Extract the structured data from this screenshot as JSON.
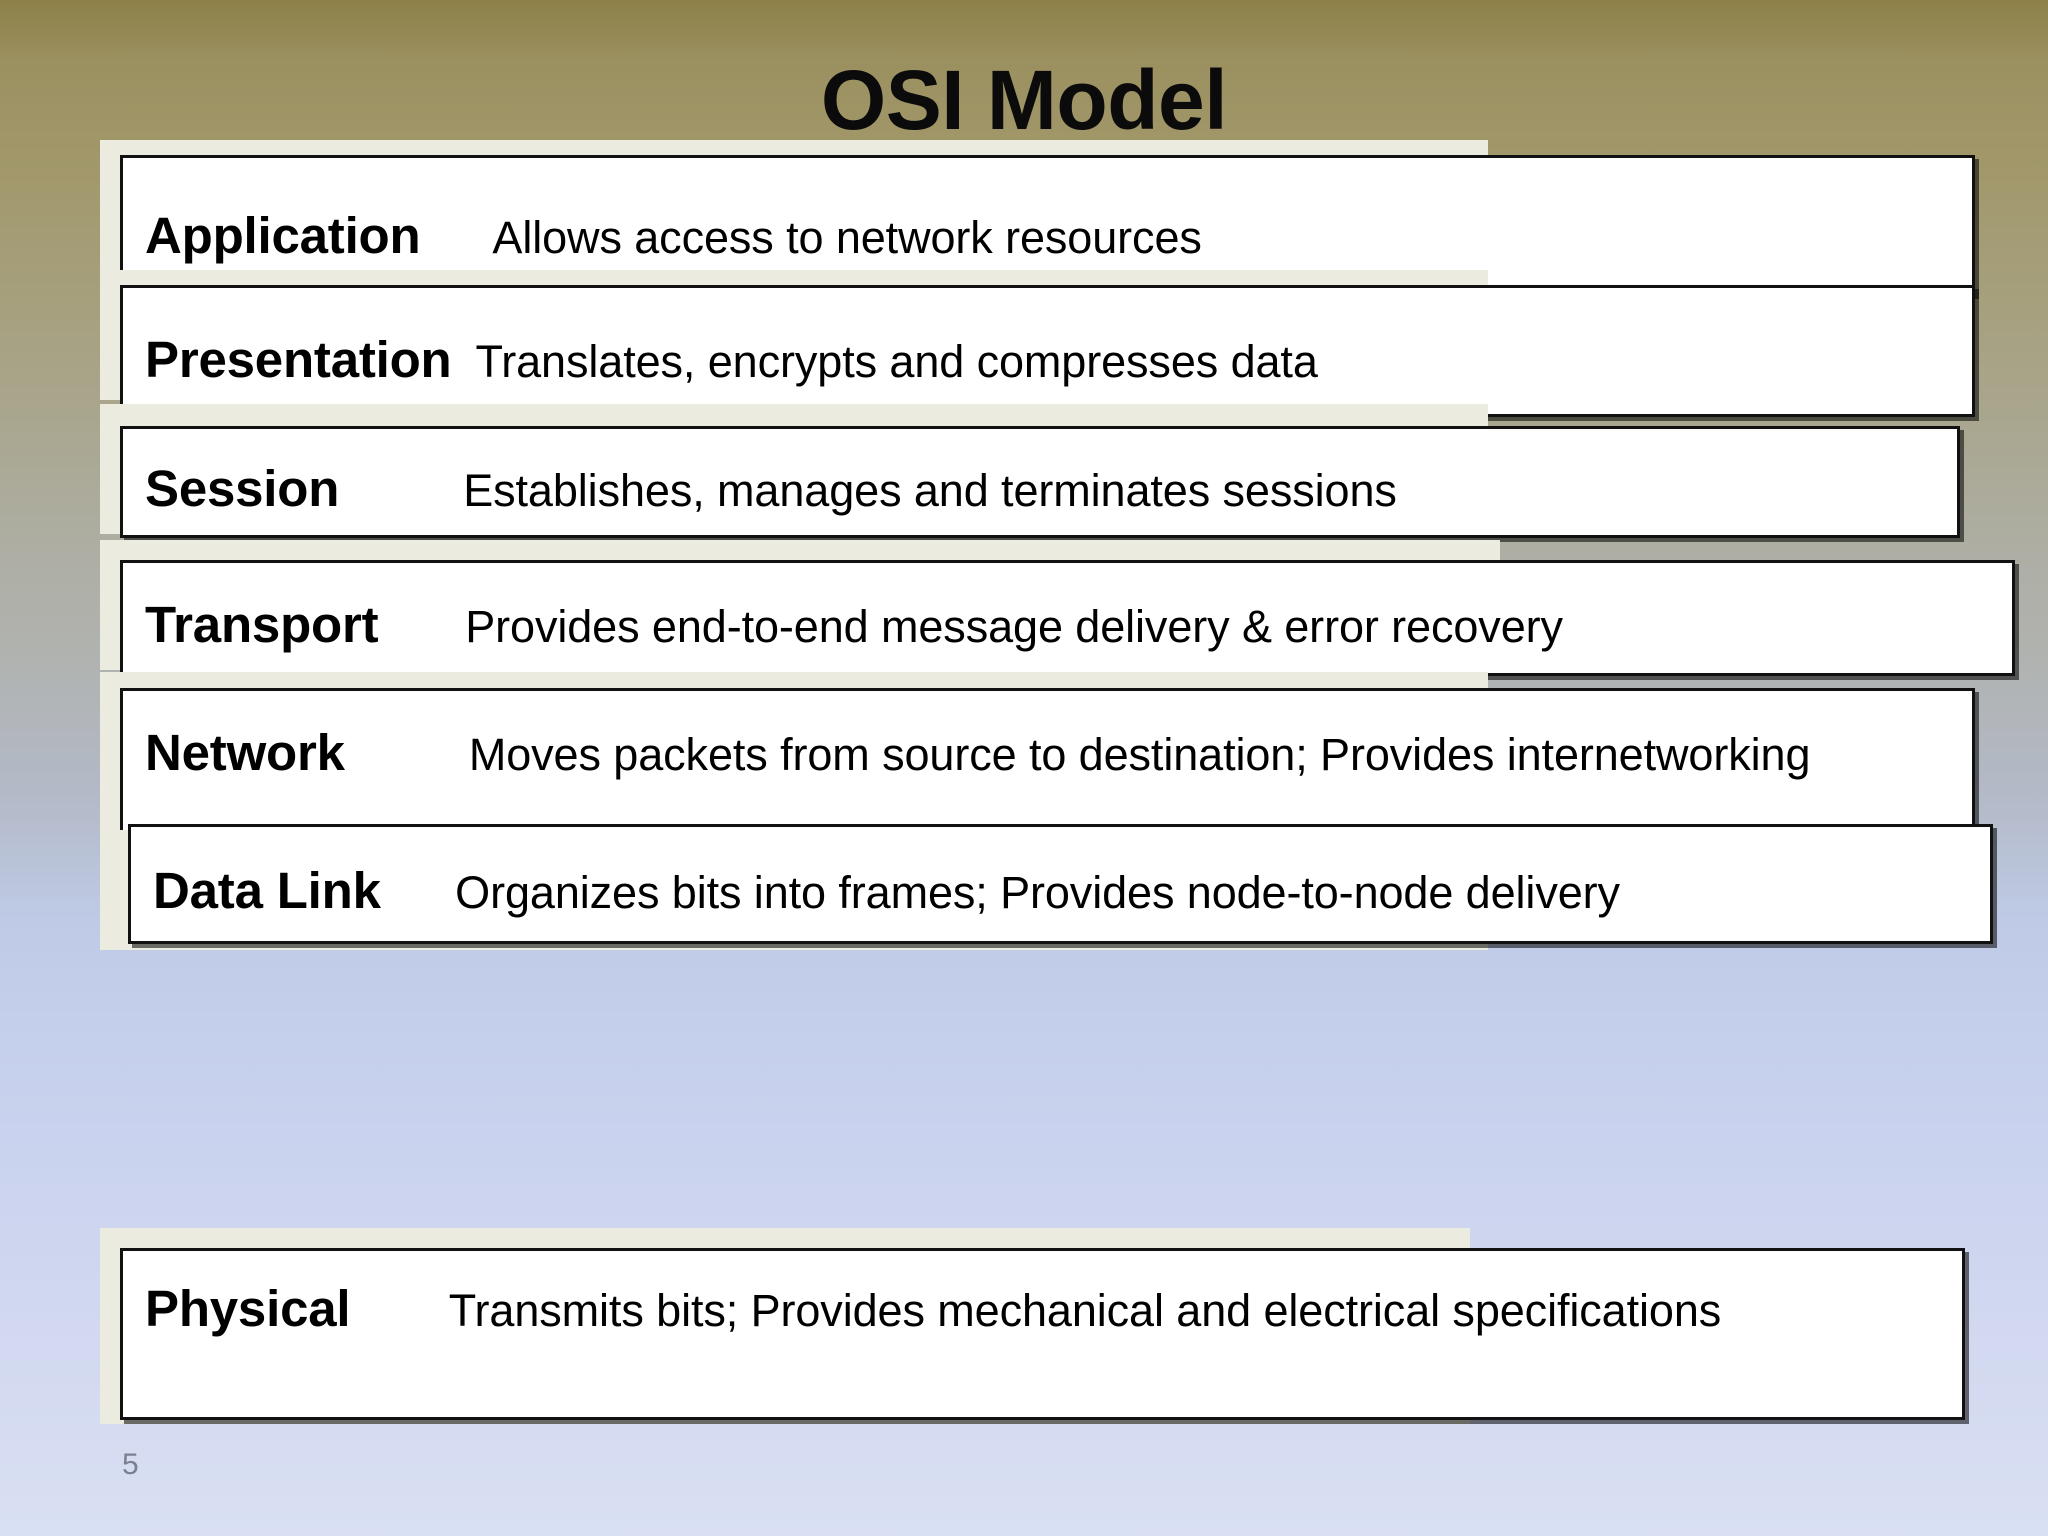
{
  "slide": {
    "title": "OSI Model",
    "page_number": "5",
    "colors": {
      "background_top": "#8d8148",
      "background_mid": "#b0b2ae",
      "background_bottom": "#d9e0f3",
      "card_fill": "#ffffff",
      "card_border": "#111111",
      "shadow_plate": "#ecebe0",
      "text": "#000000",
      "page_number": "#7a8191"
    }
  },
  "layers": [
    {
      "name": "Application",
      "description": "Allows access to network resources",
      "gap": "      "
    },
    {
      "name": "Presentation",
      "description": "Translates, encrypts and compresses data",
      "gap": "  "
    },
    {
      "name": "Session",
      "description": "Establishes, manages and terminates sessions",
      "gap": "          "
    },
    {
      "name": "Transport",
      "description": "Provides end-to-end message delivery & error recovery",
      "gap": "       "
    },
    {
      "name": "Network",
      "description": "Moves packets from source to destination; Provides internetworking",
      "gap": "          "
    },
    {
      "name": "Data Link",
      "description": "Organizes bits into frames; Provides node-to-node delivery",
      "gap": "      "
    },
    {
      "name": "Physical",
      "description": "Transmits bits;  Provides mechanical and electrical specifications",
      "gap": "        "
    }
  ]
}
